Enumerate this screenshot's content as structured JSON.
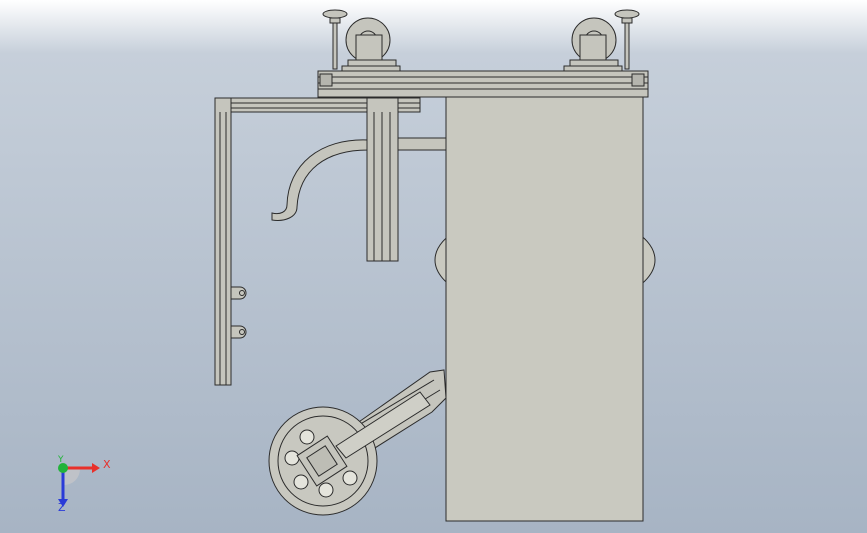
{
  "window": {
    "background_top": "#ffffff",
    "background_bottom": "#a7b4c4"
  },
  "model": {
    "line_color": "#2b2b2b",
    "body_fill": "#c9c9c0",
    "frame_fill": "#c5c5bd",
    "wheel_fill": "#c8c8c0"
  },
  "triad": {
    "x_label": "X",
    "y_label": "Y",
    "z_label": "Z",
    "x_color": "#e8302a",
    "y_color": "#22b33a",
    "z_color": "#2a3bd8"
  }
}
